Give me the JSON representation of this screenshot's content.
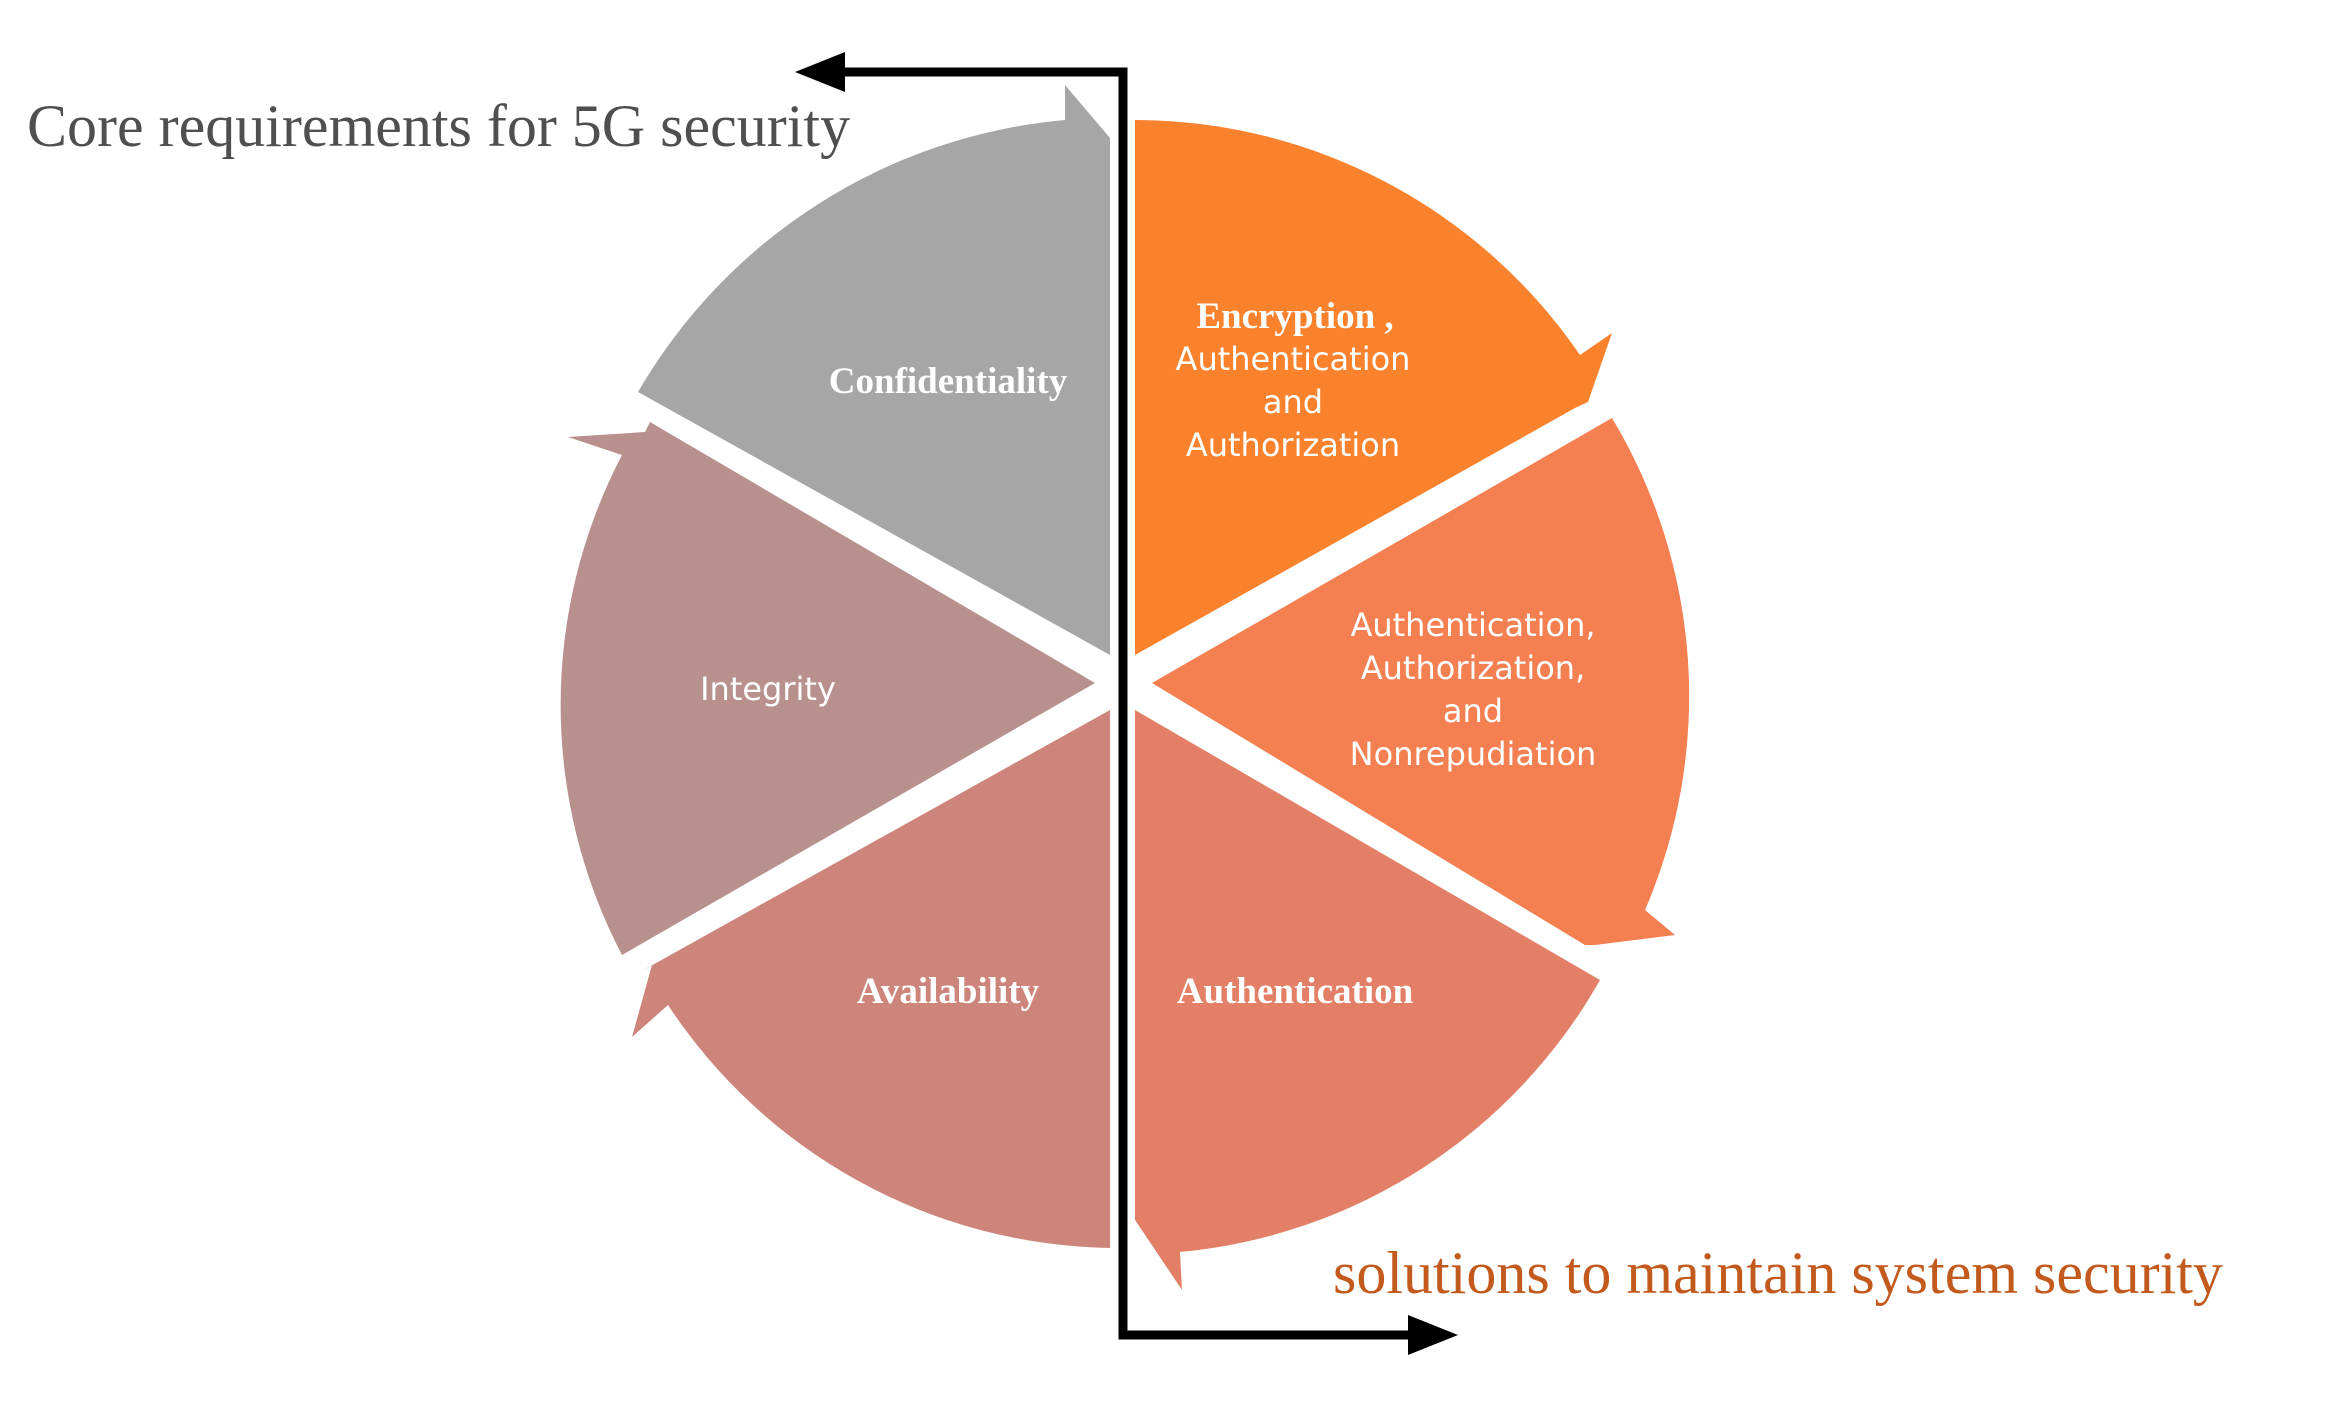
{
  "headings": {
    "left": "Core requirements for 5G security",
    "right": "solutions to  maintain system security"
  },
  "requirements": {
    "confidentiality": "Confidentiality",
    "integrity": "Integrity",
    "availability": "Availability"
  },
  "solutions": {
    "encryption": [
      "Encryption ,",
      "Authentication",
      "and",
      "Authorization"
    ],
    "nonrepudiation": [
      "Authentication,",
      "Authorization,",
      "and",
      "Nonrepudiation"
    ],
    "authentication": "Authentication"
  },
  "colors": {
    "confidentiality": "#a6a6a6",
    "integrity": "#b8908e",
    "availability": "#cd857b",
    "encryption": "#fb822d",
    "nonrepudiation": "#f47f51",
    "authentication": "#e37f66",
    "heading_left": "#4f4f4f",
    "heading_right": "#c25a1d",
    "divider": "#000000"
  }
}
